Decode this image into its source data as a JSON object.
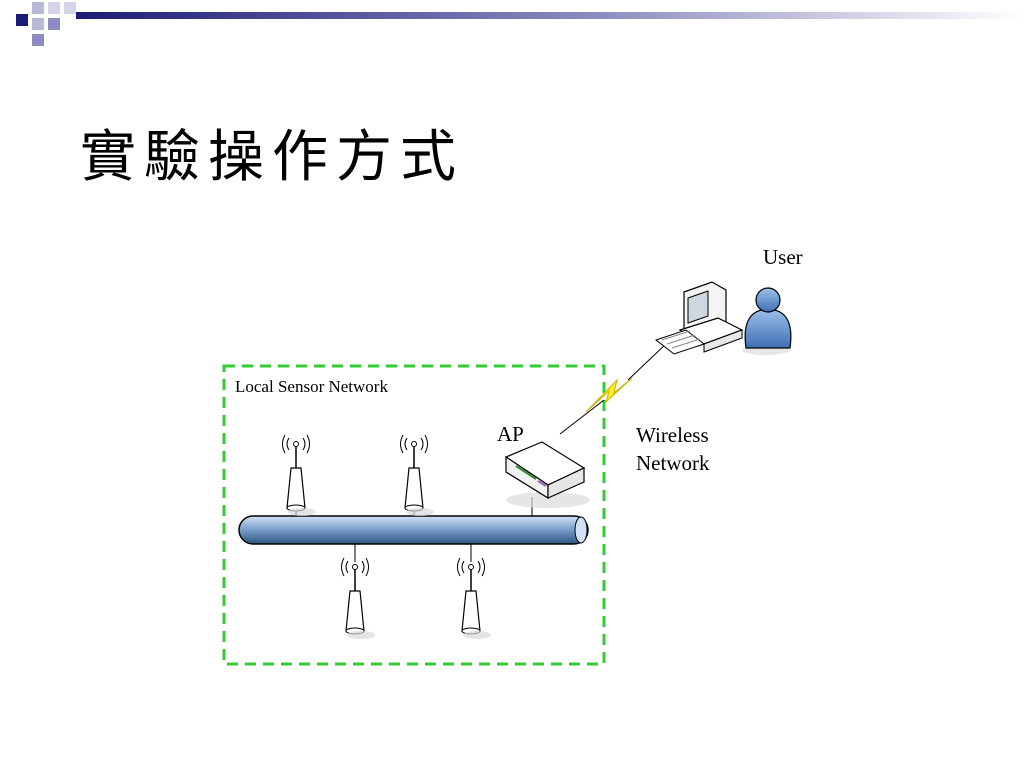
{
  "slide": {
    "title": "實驗操作方式"
  },
  "diagram": {
    "region_label": "Local Sensor  Network",
    "ap_label": "AP",
    "user_label": "User",
    "wireless_label_line1": "Wireless",
    "wireless_label_line2": "Network"
  },
  "colors": {
    "boundary": "#33cc33",
    "bus": "#7ea4cf",
    "lightning": "#ffee22",
    "user": "#5b8fd0"
  }
}
